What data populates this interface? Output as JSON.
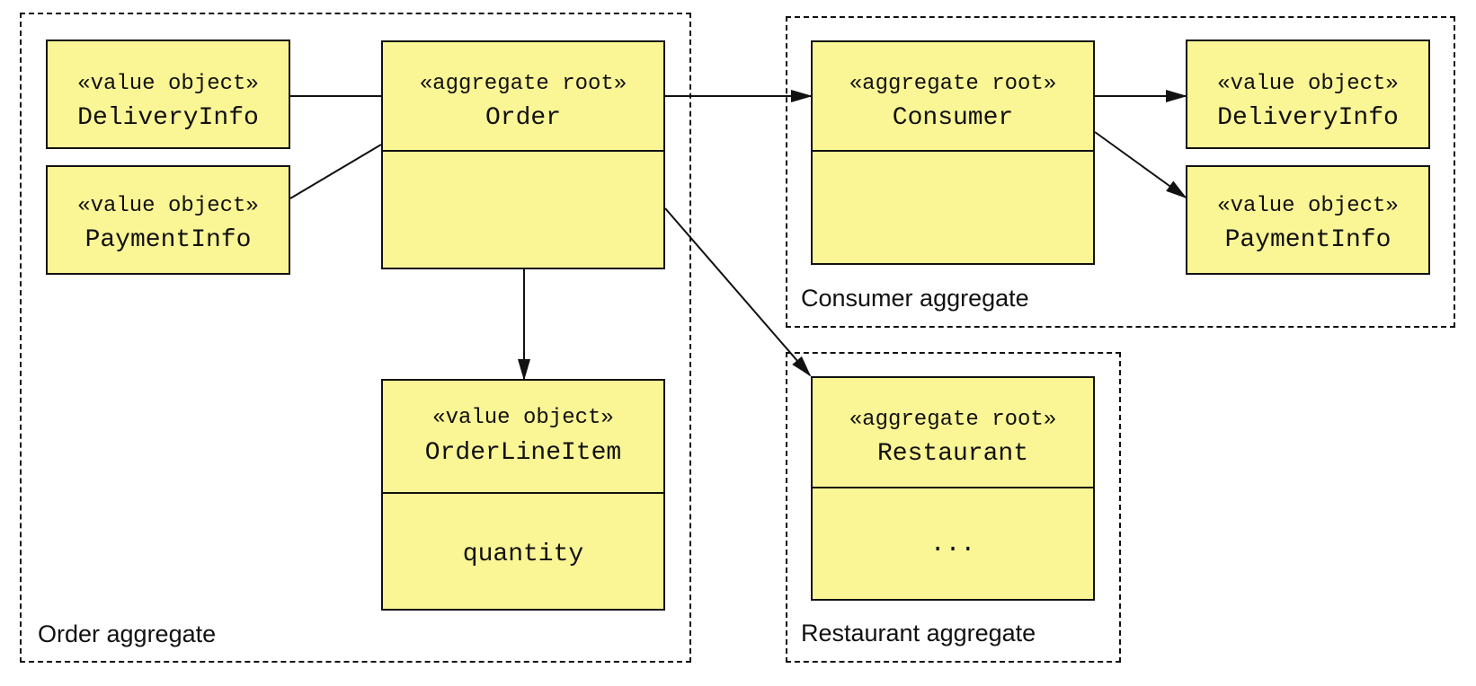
{
  "groups": {
    "order": {
      "label": "Order aggregate"
    },
    "consumer": {
      "label": "Consumer aggregate"
    },
    "restaurant": {
      "label": "Restaurant aggregate"
    }
  },
  "boxes": {
    "order_delivery_info": {
      "stereotype": "«value object»",
      "name": "DeliveryInfo"
    },
    "order_payment_info": {
      "stereotype": "«value object»",
      "name": "PaymentInfo"
    },
    "order": {
      "stereotype": "«aggregate root»",
      "name": "Order",
      "attribute": ""
    },
    "order_line_item": {
      "stereotype": "«value object»",
      "name": "OrderLineItem",
      "attribute": "quantity"
    },
    "consumer": {
      "stereotype": "«aggregate root»",
      "name": "Consumer",
      "attribute": ""
    },
    "consumer_delivery_info": {
      "stereotype": "«value object»",
      "name": "DeliveryInfo"
    },
    "consumer_payment_info": {
      "stereotype": "«value object»",
      "name": "PaymentInfo"
    },
    "restaurant": {
      "stereotype": "«aggregate root»",
      "name": "Restaurant",
      "attribute": "..."
    }
  },
  "colors": {
    "box_fill": "#faf595",
    "stroke": "#111111",
    "background": "#ffffff"
  }
}
